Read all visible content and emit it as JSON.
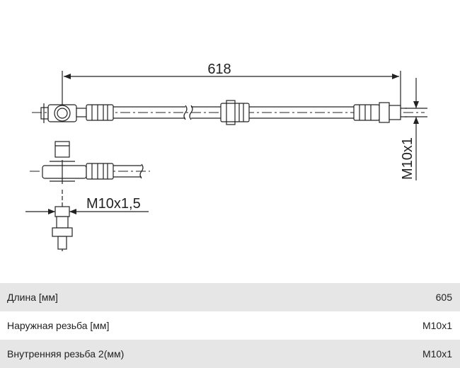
{
  "drawing": {
    "length_label": "618",
    "outer_thread_label": "M10x1,5",
    "end_thread_label": "M10x1"
  },
  "specs": [
    {
      "label": "Длина [мм]",
      "value": "605"
    },
    {
      "label": "Наружная резьба [мм]",
      "value": "M10x1"
    },
    {
      "label": "Внутренняя резьба 2(мм)",
      "value": "M10x1"
    }
  ]
}
